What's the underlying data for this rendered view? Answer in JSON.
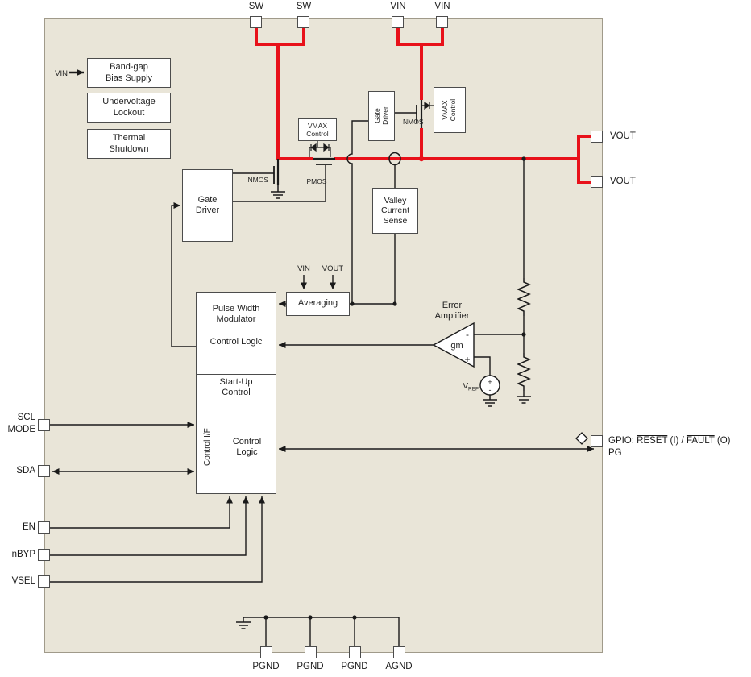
{
  "diagram": {
    "top_pins": {
      "sw1": "SW",
      "sw2": "SW",
      "vin1": "VIN",
      "vin2": "VIN"
    },
    "right_pins": {
      "vout1": "VOUT",
      "vout2": "VOUT",
      "pg": "PG",
      "gpio": {
        "prefix": "GPIO: ",
        "reset": "RESET",
        "mid": " (I) / ",
        "fault": "FAULT",
        "suffix": " (O)"
      }
    },
    "left_pins": {
      "scl": "SCL",
      "mode": "MODE",
      "sda": "SDA",
      "en": "EN",
      "nbyp": "nBYP",
      "vsel": "VSEL"
    },
    "bottom_pins": {
      "pgnd1": "PGND",
      "pgnd2": "PGND",
      "pgnd3": "PGND",
      "agnd": "AGND"
    },
    "blocks": {
      "bandgap_l1": "Band-gap",
      "bandgap_l2": "Bias Supply",
      "uvlo_l1": "Undervoltage",
      "uvlo_l2": "Lockout",
      "thermal_l1": "Thermal",
      "thermal_l2": "Shutdown",
      "gate_driver_l1": "Gate",
      "gate_driver_l2": "Driver",
      "vmax_top_l1": "VMAX",
      "vmax_top_l2": "Control",
      "gate_driver2_l1": "Gate",
      "gate_driver2_l2": "Driver",
      "vmax_right_l1": "VMAX",
      "vmax_right_l2": "Control",
      "valley_l1": "Valley",
      "valley_l2": "Current",
      "valley_l3": "Sense",
      "averaging": "Averaging",
      "pwm_l1": "Pulse Width",
      "pwm_l2": "Modulator",
      "pwm_l3": "Control Logic",
      "startup_l1": "Start-Up",
      "startup_l2": "Control",
      "control_if": "Control I/F",
      "control_logic_l1": "Control",
      "control_logic_l2": "Logic"
    },
    "labels": {
      "vin_arrow": "VIN",
      "avg_vin": "VIN",
      "avg_vout": "VOUT",
      "nmos_left": "NMOS",
      "pmos": "PMOS",
      "nmos_right": "NMOS",
      "error_amp_l1": "Error",
      "error_amp_l2": "Amplifier",
      "gm": "gm",
      "minus": "-",
      "plus": "+",
      "vref_v": "V",
      "vref_sub": "REF",
      "vref_plus": "+",
      "vref_minus": "-"
    },
    "colors": {
      "power_rail": "#e8111a",
      "chip_fill": "#e9e5d8"
    }
  }
}
